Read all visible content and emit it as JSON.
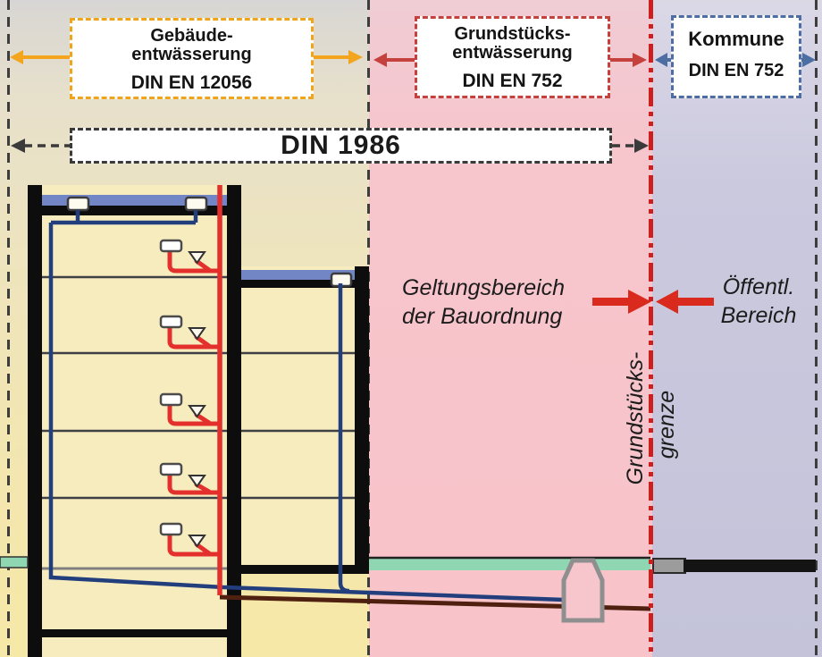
{
  "diagram": {
    "header": {
      "building_box": {
        "line1": "Gebäude-",
        "line2": "entwässerung",
        "standard": "DIN EN 12056"
      },
      "property_box": {
        "line1": "Grundstücks-",
        "line2": "entwässerung",
        "standard": "DIN EN 752"
      },
      "municipality_box": {
        "title": "Kommune",
        "standard": "DIN EN 752"
      },
      "din_1986_label": "DIN 1986"
    },
    "annotations": {
      "scope_line1": "Geltungsbereich",
      "scope_line2": "der Bauordnung",
      "public_line1": "Öffentl.",
      "public_line2": "Bereich",
      "boundary_word1": "Grundstücks-",
      "boundary_word2": "grenze"
    },
    "colors": {
      "building_zone_beige": "#f3e6af",
      "property_zone_pink": "#f8c4ca",
      "public_zone_lavender": "#c7c5db",
      "building_standard_orange": "#f0a41c",
      "property_standard_red": "#c5413d",
      "municipality_standard_blue": "#4c6ea3",
      "din1986_dark": "#3a3a3a",
      "boundary_line_red": "#cd1f1e",
      "soil_stack_red": "#e4302c",
      "rainwater_pipe_blue": "#223e7c",
      "roof_blue": "#7285c5",
      "ground_surface_green": "#8fd6b3",
      "sewer_lateral_brown": "#4f200f",
      "public_sewer_black": "#141414",
      "chamber_gray": "#8f8f8f"
    }
  }
}
